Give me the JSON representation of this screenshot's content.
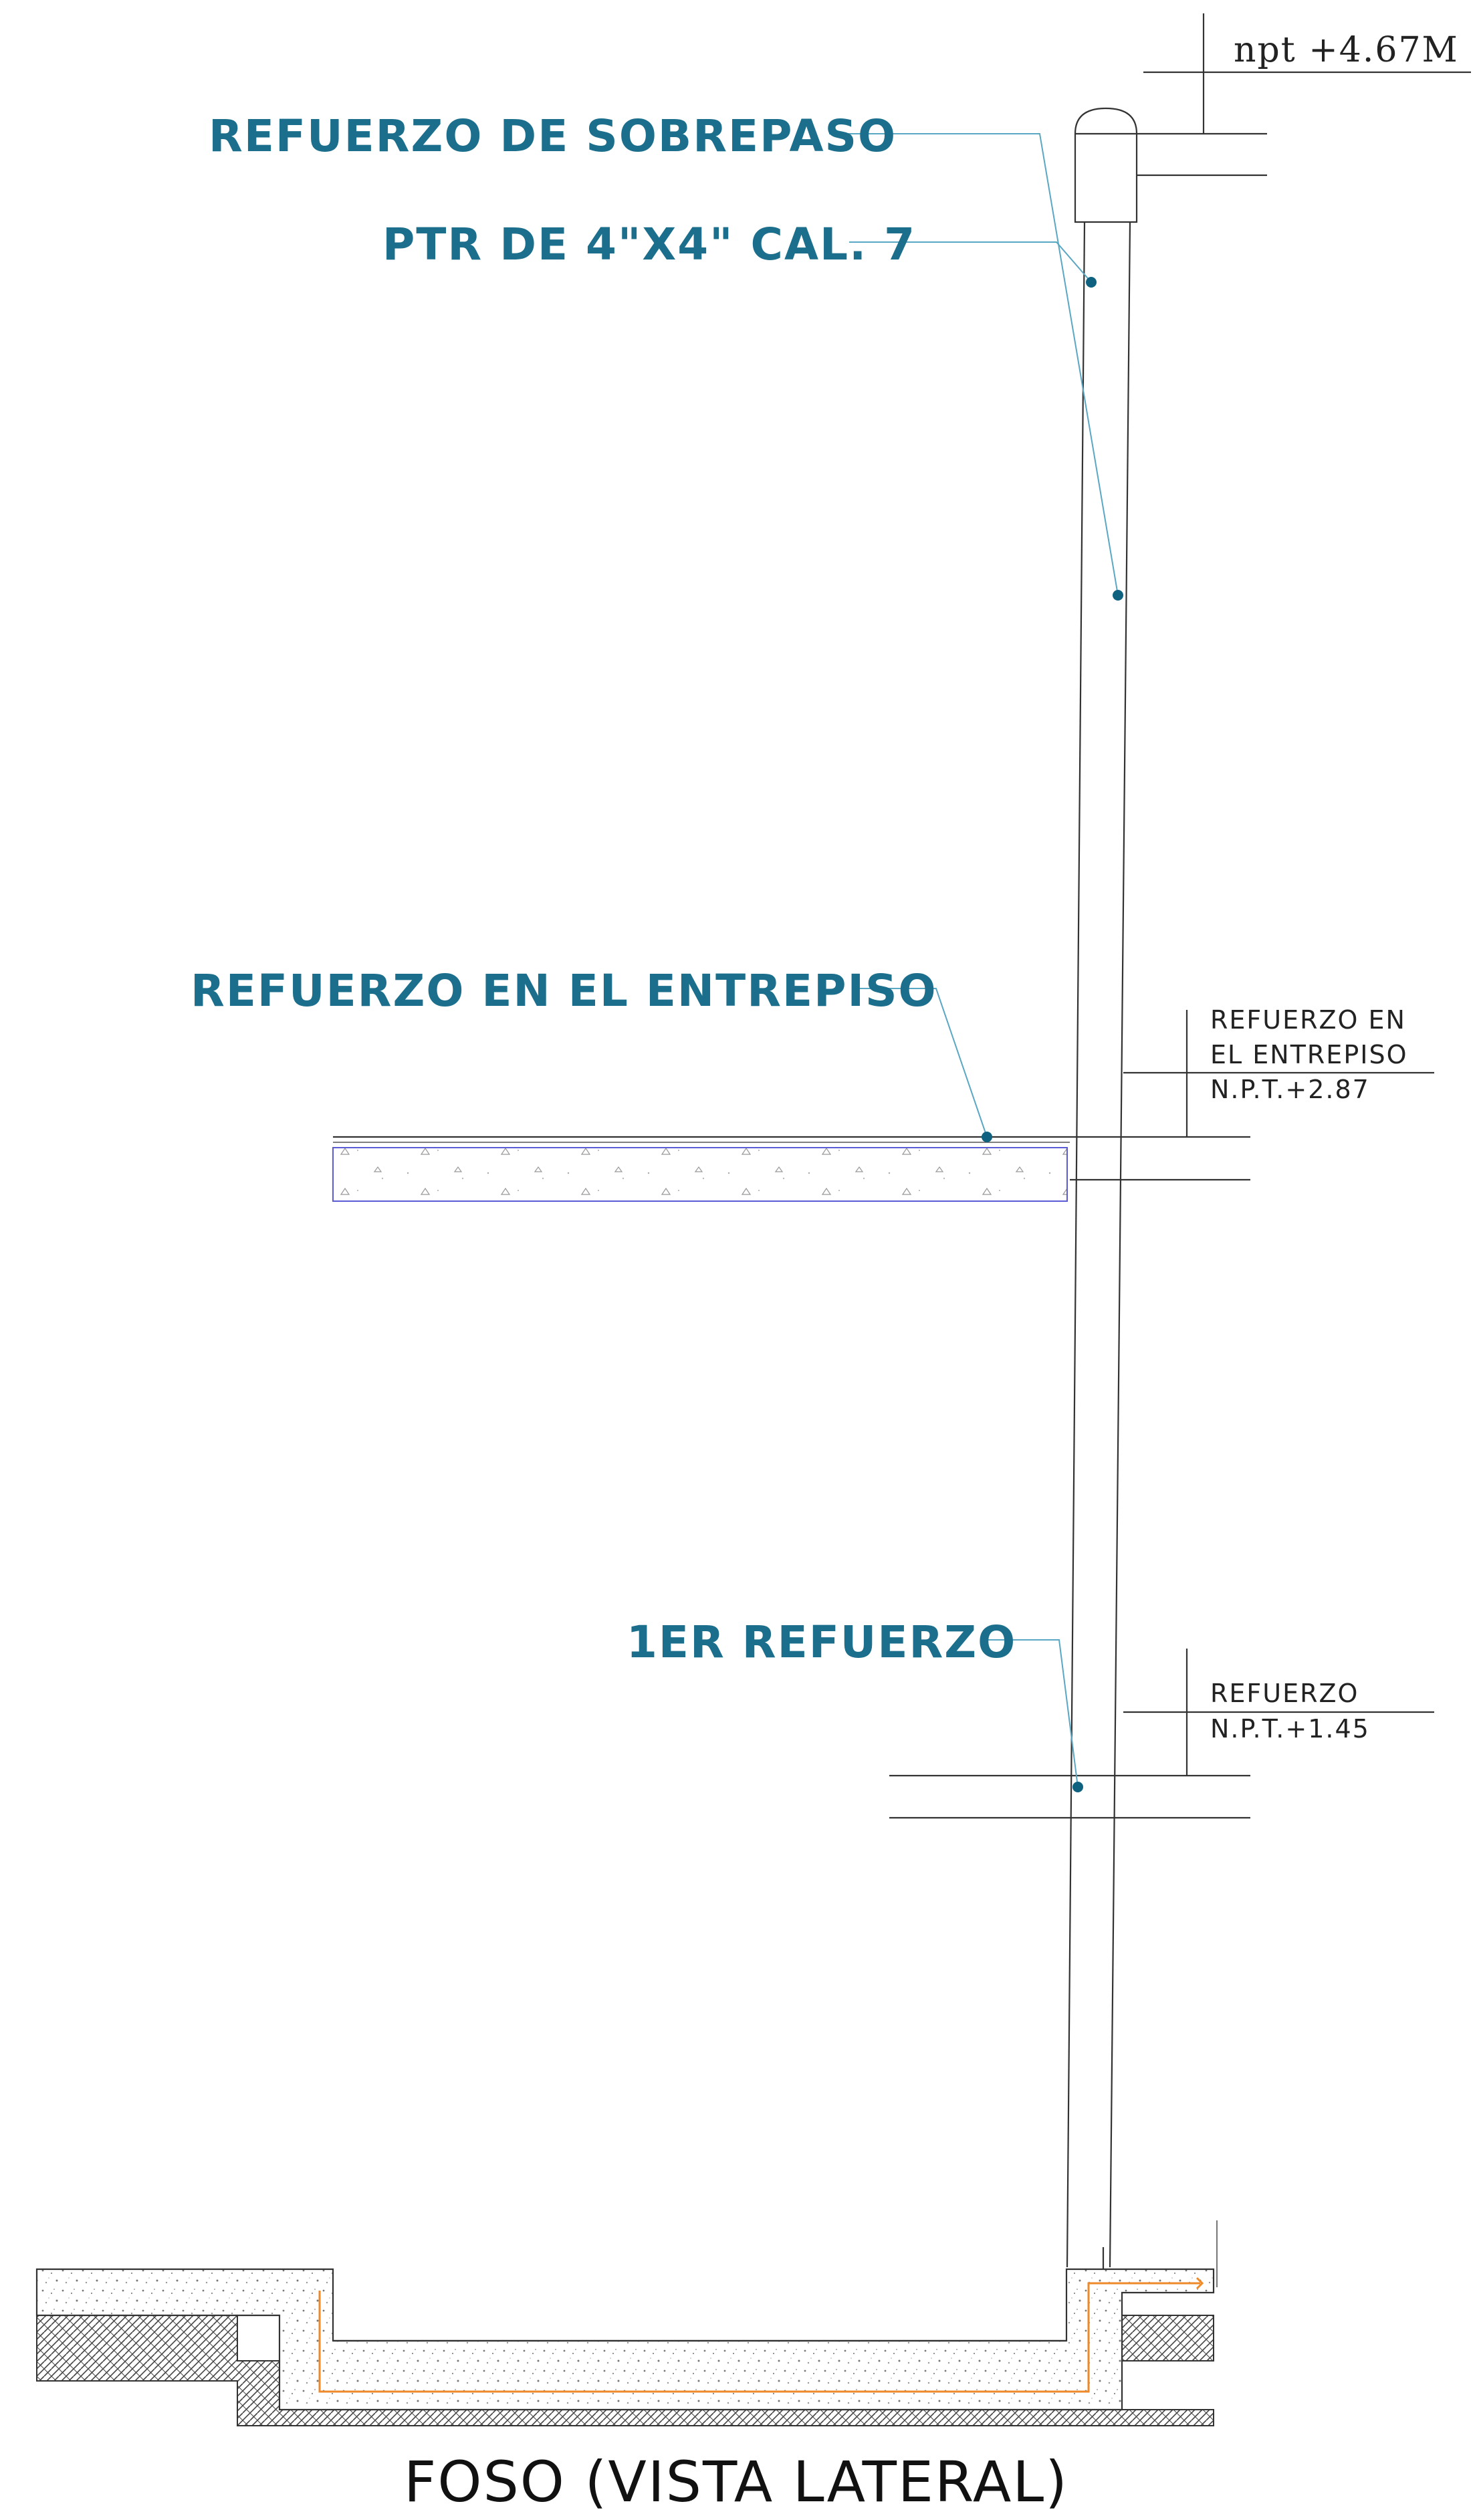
{
  "colors": {
    "callout": "#1c6f8c",
    "leader": "#5aa7c4",
    "line": "#333333",
    "rebar": "#ee8a2a",
    "slab_edge": "#5b5bd6"
  },
  "top_level": {
    "label": "npt +4.67M"
  },
  "callouts": {
    "sobrepaso": "REFUERZO DE SOBREPASO",
    "ptr": "PTR DE 4\"X4\" CAL. 7",
    "entrepiso": "REFUERZO EN EL ENTREPISO",
    "primer": "1ER REFUERZO"
  },
  "level_notes": {
    "entrepiso": {
      "line1": "REFUERZO EN",
      "line2": "EL ENTREPISO",
      "line3": "N.P.T.+2.87"
    },
    "primer": {
      "line1": "REFUERZO",
      "line2": "N.P.T.+1.45"
    }
  },
  "title": "FOSO (VISTA LATERAL)"
}
